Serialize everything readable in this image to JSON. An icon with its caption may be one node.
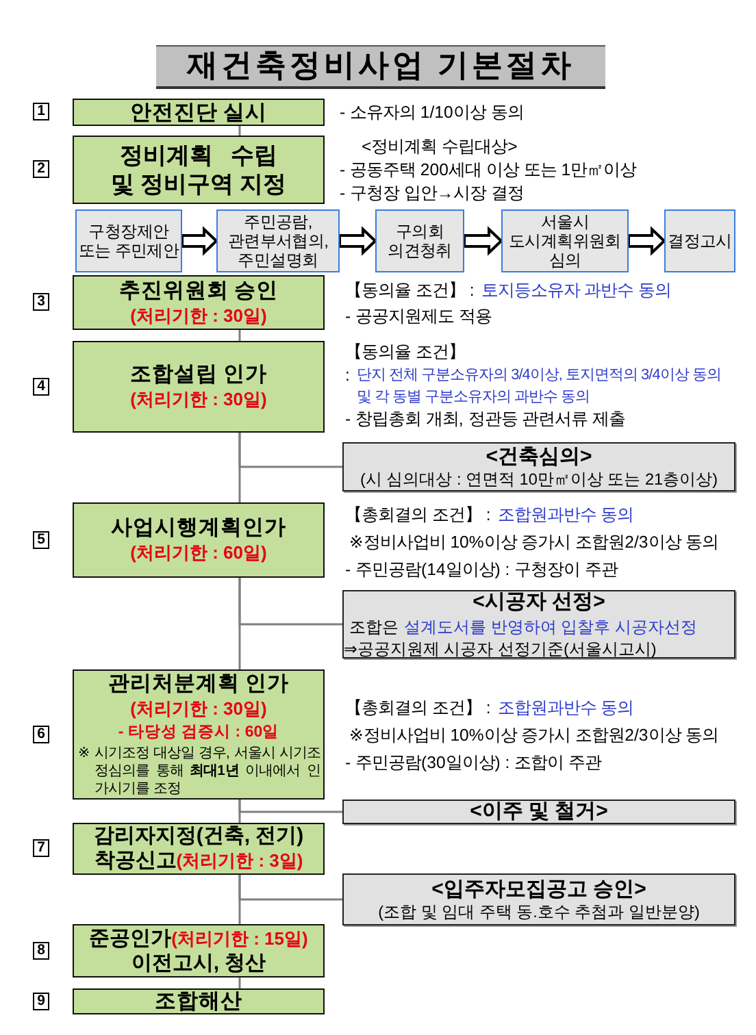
{
  "diagram": {
    "title": "재건축정비사업 기본절차",
    "nodes": [
      {
        "text": [
          "안전진단 실시"
        ],
        "beside": [
          "1",
          "- 소유자의 1/10이상 동의"
        ]
      },
      {
        "text": [
          "정비계획 수립 및 정비구역 지정"
        ],
        "beside": [
          "2",
          "<정비계획 수립대상>",
          "- 공동주택 200세대 이상 또는 1만㎡이상",
          "- 구청장 입안→시장 결정"
        ]
      },
      {
        "text": [
          "구청장제안 또는 주민제안"
        ]
      },
      {
        "text": [
          "주민공람, 관련부서협의, 주민설명회"
        ]
      },
      {
        "text": [
          "구의회 의견청취"
        ]
      },
      {
        "text": [
          "서울시 도시계획위원회 심의"
        ]
      },
      {
        "text": [
          "결정고시"
        ]
      },
      {
        "text": [
          "추진위원회 승인",
          "(처리기한 : 30일)"
        ],
        "beside": [
          "3",
          "【동의율 조건】 :",
          "토지등소유자 과반수 동의",
          "- 공공지원제도 적용"
        ]
      },
      {
        "text": [
          "조합설립 인가",
          "(처리기한 : 30일)"
        ],
        "beside": [
          "4",
          "【동의율 조건】",
          ":",
          "단지 전체 구분소유자의 3/4이상, 토지면적의 3/4이상 동의 및 각 동별 구분소유자의 과반수 동의",
          "- 창립총회 개최, 정관등 관련서류 제출"
        ]
      },
      {
        "text": [
          "<건축심의>",
          "(시 심의대상 : 연면적 10만㎡이상 또는 21층이상)"
        ]
      },
      {
        "text": [
          "사업시행계획인가",
          "(처리기한 : 60일)"
        ],
        "beside": [
          "5",
          "【총회결의 조건】 :",
          "조합원과반수 동의",
          "※정비사업비 10%이상 증가시 조합원2/3이상 동의",
          "- 주민공람(14일이상) : 구청장이 주관"
        ]
      },
      {
        "text": [
          "<시공자 선정>",
          "조합은",
          "설계도서를 반영하여 입찰후 시공자선정",
          "⇒공공지원제 시공자 선정기준(서울시고시)"
        ]
      },
      {
        "text": [
          "관리처분계획 인가",
          "(처리기한 : 30일)",
          "- 타당성 검증시 : 60일",
          "※ 시기조정 대상일 경우, 서울시 시기조정심의를 통해 **최대1년** 이내에서 인가시기를 조정"
        ],
        "beside": [
          "6",
          "【총회결의 조건】 :",
          "조합원과반수 동의",
          "※정비사업비 10%이상 증가시 조합원2/3이상 동의",
          "- 주민공람(30일이상) : 조합이 주관"
        ]
      },
      {
        "text": [
          "<이주 및 철거>"
        ]
      },
      {
        "text": [
          "감리자지정(건축, 전기)",
          "착공신고",
          "(처리기한 : 3일)"
        ],
        "beside": [
          "7"
        ]
      },
      {
        "text": [
          "<입주자모집공고 승인>",
          "(조합 및 임대 주택 동.호수 추첨과 일반분양)"
        ]
      },
      {
        "text": [
          "준공인가",
          "(처리기한 : 15일)",
          "이전고시, 청산"
        ],
        "beside": [
          "8"
        ]
      },
      {
        "text": [
          "조합해산"
        ],
        "beside": [
          "9"
        ]
      }
    ],
    "edges": [
      {
        "from": 0,
        "to": 1,
        "arrow": "none"
      },
      {
        "from": 2,
        "to": 3,
        "arrow": "to",
        "style": "thick",
        "color": "#000000"
      },
      {
        "from": 3,
        "to": 4,
        "arrow": "to",
        "style": "thick",
        "color": "#000000"
      },
      {
        "from": 4,
        "to": 5,
        "arrow": "to",
        "style": "thick",
        "color": "#000000"
      },
      {
        "from": 5,
        "to": 6,
        "arrow": "to",
        "style": "thick",
        "color": "#000000"
      },
      {
        "from": 7,
        "to": 8,
        "arrow": "none"
      },
      {
        "from": 8,
        "to": 9,
        "arrow": "none"
      },
      {
        "from": 8,
        "to": 10,
        "arrow": "none"
      },
      {
        "from": 10,
        "to": 11,
        "arrow": "none"
      },
      {
        "from": 10,
        "to": 12,
        "arrow": "none"
      },
      {
        "from": 12,
        "to": 13,
        "arrow": "none"
      },
      {
        "from": 12,
        "to": 14,
        "arrow": "none"
      },
      {
        "from": 14,
        "to": 15,
        "arrow": "none"
      },
      {
        "from": 14,
        "to": 16,
        "arrow": "none"
      },
      {
        "from": 16,
        "to": 17,
        "arrow": "none"
      }
    ]
  }
}
